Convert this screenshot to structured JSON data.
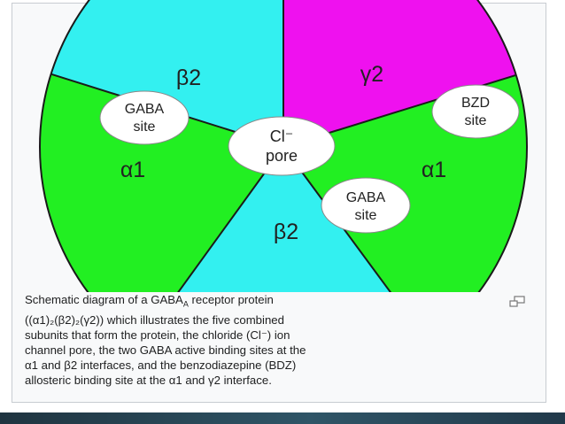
{
  "diagram": {
    "subunits": [
      {
        "label": "β2",
        "color": "#33f0f0"
      },
      {
        "label": "γ2",
        "color": "#ef11ef"
      },
      {
        "label": "α1",
        "color": "#22ef22"
      },
      {
        "label": "β2",
        "color": "#33f0f0"
      },
      {
        "label": "α1",
        "color": "#22ef22"
      }
    ],
    "pore": {
      "line1": "Cl⁻",
      "line2": "pore"
    },
    "site_upper_left": {
      "line1": "GABA",
      "line2": "site"
    },
    "site_lower": {
      "line1": "GABA",
      "line2": "site"
    },
    "site_right": {
      "line1": "BZD",
      "line2": "site"
    }
  },
  "caption": {
    "line1_pre": "Schematic diagram of a GABA",
    "line1_sub": "A",
    "line1_post": " receptor protein",
    "line2": "((α1)₂(β2)₂(γ2)) which illustrates the five combined",
    "line3": "subunits that form the protein, the chloride (Cl⁻) ion",
    "line4": "channel pore, the two GABA active binding sites at the",
    "line5": "α1 and β2 interfaces, and the benzodiazepine (BDZ)",
    "line6": "allosteric binding site at the α1 and γ2 interface."
  },
  "icons": {
    "enlarge": "magnify-clip-icon"
  }
}
